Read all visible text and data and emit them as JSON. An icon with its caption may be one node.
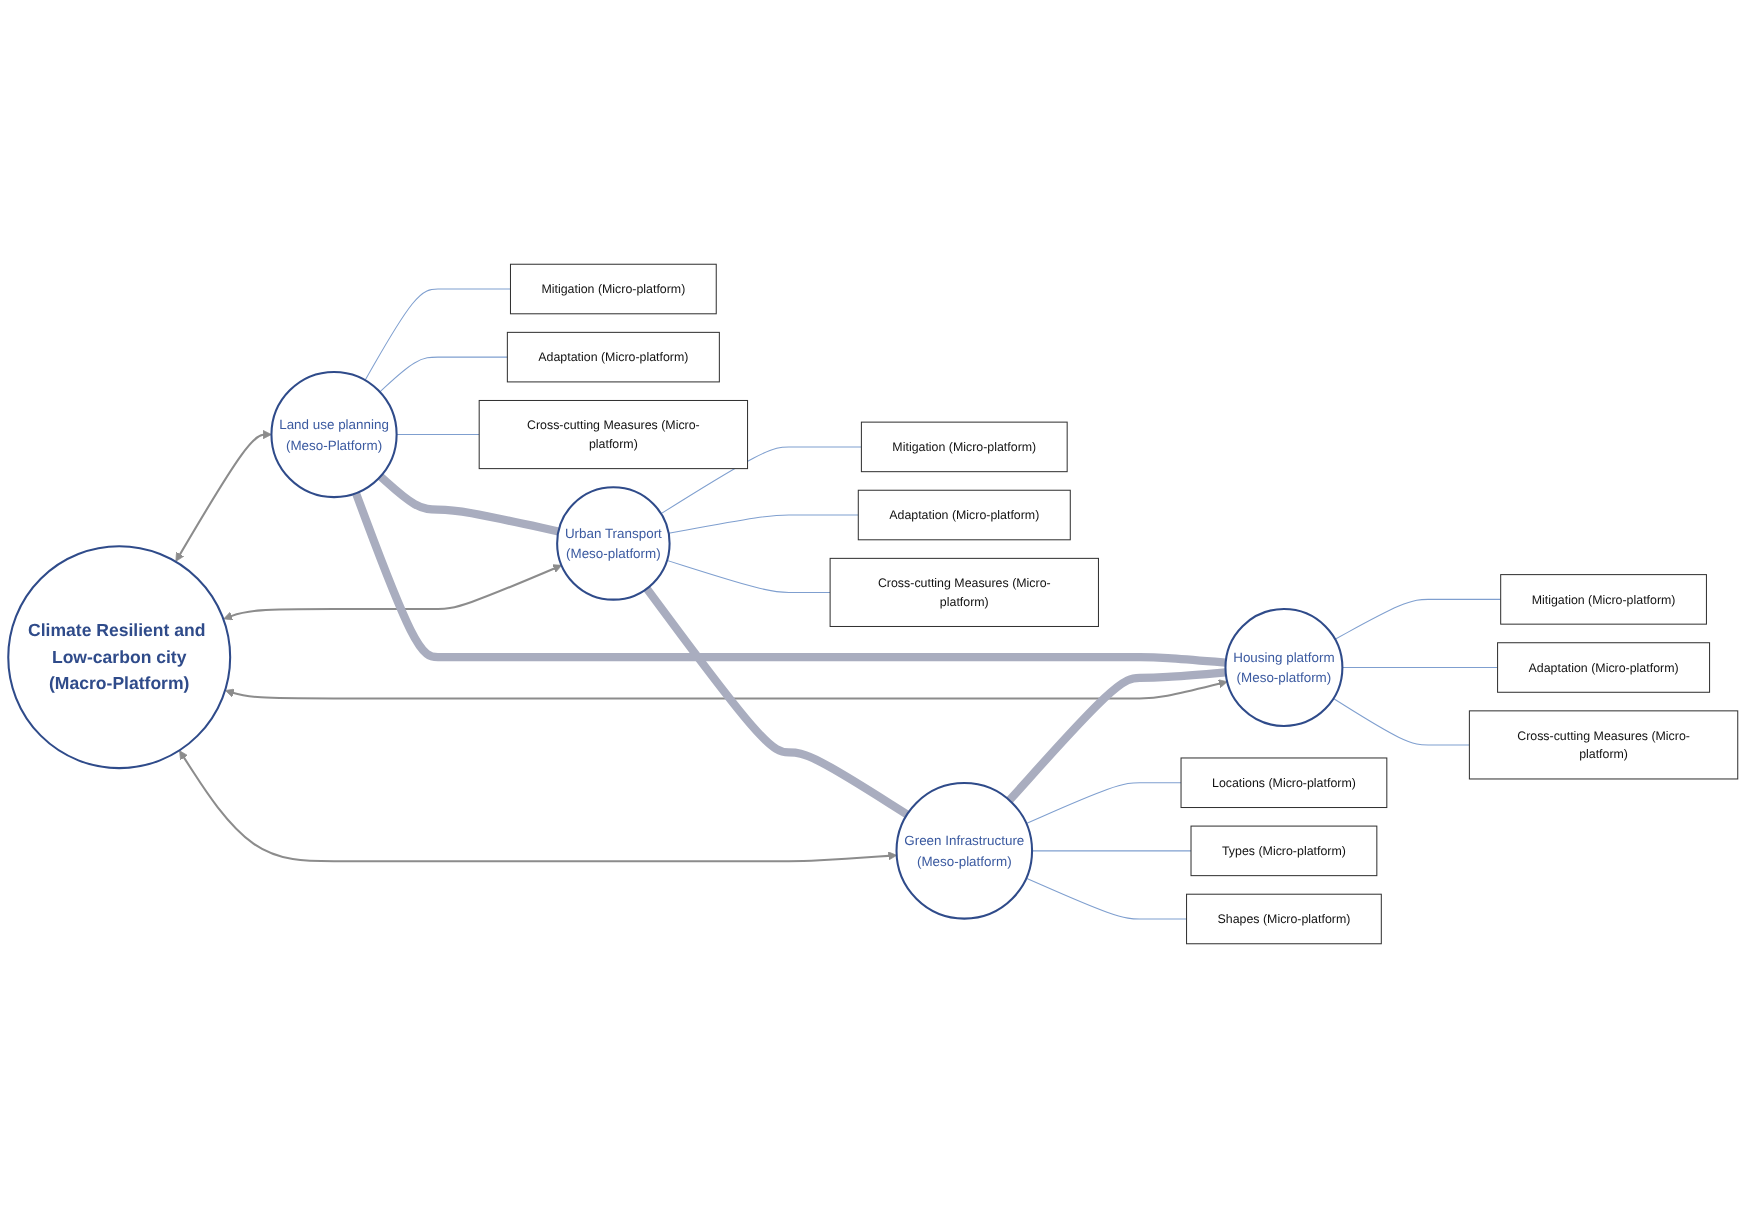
{
  "diagram": {
    "nodes": [
      {
        "text": [
          "Mitigation (Micro-platform)"
        ]
      },
      {
        "text": [
          "Adaptation (Micro-platform)"
        ]
      },
      {
        "text": [
          "Cross-cutting Measures (Micro-platform)"
        ]
      },
      {
        "text": [
          "Land use planning",
          "(Meso-Platform)"
        ]
      },
      {
        "text": [
          "Mitigation (Micro-platform)"
        ]
      },
      {
        "text": [
          "Adaptation (Micro-platform)"
        ]
      },
      {
        "text": [
          "Cross-cutting Measures (Micro-platform)"
        ]
      },
      {
        "text": [
          "Housing platform",
          "(Meso-platform)"
        ]
      },
      {
        "text": [
          "Climate Resilient and Low-carbon city",
          "(Macro-Platform)"
        ]
      },
      {
        "text": [
          "Urban Transport",
          "(Meso-platform)"
        ]
      },
      {
        "text": [
          "Mitigation (Micro-platform)"
        ]
      },
      {
        "text": [
          "Adaptation (Micro-platform)"
        ]
      },
      {
        "text": [
          "Cross-cutting Measures (Micro-platform)"
        ]
      },
      {
        "text": [
          "Green Infrastructure",
          "(Meso-platform)"
        ]
      },
      {
        "text": [
          "Locations (Micro-platform)"
        ]
      },
      {
        "text": [
          "Types (Micro-platform)"
        ]
      },
      {
        "text": [
          "Shapes (Micro-platform)"
        ]
      }
    ],
    "edges": [
      {
        "from": 3,
        "to": 0,
        "arrow": "none"
      },
      {
        "from": 3,
        "to": 1,
        "arrow": "none"
      },
      {
        "from": 3,
        "to": 2,
        "arrow": "none"
      },
      {
        "from": 8,
        "to": 3,
        "arrow": "both",
        "color": "#8c8c8c"
      },
      {
        "from": 7,
        "to": 4,
        "arrow": "none"
      },
      {
        "from": 7,
        "to": 5,
        "arrow": "none"
      },
      {
        "from": 7,
        "to": 6,
        "arrow": "none"
      },
      {
        "from": 8,
        "to": 7,
        "arrow": "both",
        "color": "#8c8c8c"
      },
      {
        "from": 8,
        "to": 9,
        "arrow": "both",
        "color": "#8c8c8c"
      },
      {
        "from": 9,
        "to": 10,
        "arrow": "none"
      },
      {
        "from": 9,
        "to": 11,
        "arrow": "none"
      },
      {
        "from": 9,
        "to": 12,
        "arrow": "none"
      },
      {
        "from": 8,
        "to": 13,
        "arrow": "both",
        "color": "#8c8c8c"
      },
      {
        "from": 13,
        "to": 14,
        "arrow": "none"
      },
      {
        "from": 13,
        "to": 15,
        "arrow": "none"
      },
      {
        "from": 13,
        "to": 16,
        "arrow": "none"
      },
      {
        "from": 3,
        "to": 9,
        "arrow": "none",
        "style": "thick",
        "color": "#a9adbf"
      },
      {
        "from": 9,
        "to": 13,
        "arrow": "none",
        "style": "thick",
        "color": "#a9adbf"
      },
      {
        "from": 13,
        "to": 7,
        "arrow": "none",
        "style": "thick",
        "color": "#a9adbf"
      },
      {
        "from": 7,
        "to": 3,
        "arrow": "none",
        "style": "thick",
        "color": "#a9adbf"
      }
    ]
  }
}
